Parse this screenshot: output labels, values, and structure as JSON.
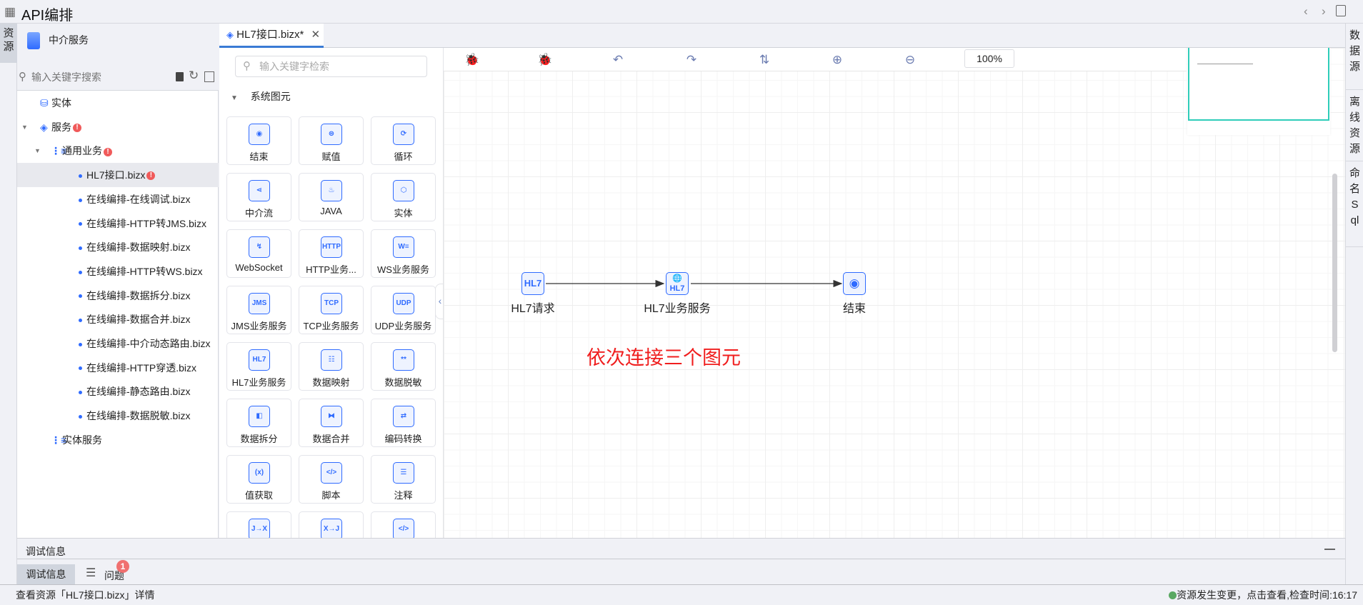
{
  "app": {
    "title": "API编排"
  },
  "left_strip": {
    "tab": "资源"
  },
  "left_panel": {
    "header": "中介服务",
    "search_placeholder": "输入关键字搜索",
    "tree": [
      {
        "label": "实体",
        "level": 0,
        "type": "db"
      },
      {
        "label": "服务",
        "level": 0,
        "type": "folder",
        "expanded": true,
        "badge": "!"
      },
      {
        "label": "通用业务",
        "level": 1,
        "type": "group",
        "expanded": true,
        "badge": "!"
      },
      {
        "label": "HL7接口.bizx",
        "level": 2,
        "type": "file",
        "selected": true,
        "badge": "!"
      },
      {
        "label": "在线编排-在线调试.bizx",
        "level": 2,
        "type": "file"
      },
      {
        "label": "在线编排-HTTP转JMS.bizx",
        "level": 2,
        "type": "file"
      },
      {
        "label": "在线编排-数据映射.bizx",
        "level": 2,
        "type": "file"
      },
      {
        "label": "在线编排-HTTP转WS.bizx",
        "level": 2,
        "type": "file"
      },
      {
        "label": "在线编排-数据拆分.bizx",
        "level": 2,
        "type": "file"
      },
      {
        "label": "在线编排-数据合并.bizx",
        "level": 2,
        "type": "file"
      },
      {
        "label": "在线编排-中介动态路由.bizx",
        "level": 2,
        "type": "file"
      },
      {
        "label": "在线编排-HTTP穿透.bizx",
        "level": 2,
        "type": "file"
      },
      {
        "label": "在线编排-静态路由.bizx",
        "level": 2,
        "type": "file"
      },
      {
        "label": "在线编排-数据脱敏.bizx",
        "level": 2,
        "type": "file"
      },
      {
        "label": "实体服务",
        "level": 1,
        "type": "group"
      }
    ]
  },
  "tabs": [
    {
      "label": "HL7接口.bizx*",
      "active": true
    }
  ],
  "palette": {
    "search_placeholder": "输入关键字检索",
    "section": "系统图元",
    "items": [
      {
        "label": "结束",
        "icon": "stop-icon",
        "glyph": "◉"
      },
      {
        "label": "赋值",
        "icon": "assign-icon",
        "glyph": "⊜"
      },
      {
        "label": "循环",
        "icon": "loop-icon",
        "glyph": "⟳"
      },
      {
        "label": "中介流",
        "icon": "flow-icon",
        "glyph": "⋖"
      },
      {
        "label": "JAVA",
        "icon": "java-icon",
        "glyph": "♨"
      },
      {
        "label": "实体",
        "icon": "cube-icon",
        "glyph": "⬡"
      },
      {
        "label": "WebSocket",
        "icon": "websocket-icon",
        "glyph": "↯"
      },
      {
        "label": "HTTP业务...",
        "icon": "http-icon",
        "glyph": "HTTP"
      },
      {
        "label": "WS业务服务",
        "icon": "ws-icon",
        "glyph": "W≡"
      },
      {
        "label": "JMS业务服务",
        "icon": "jms-icon",
        "glyph": "JMS"
      },
      {
        "label": "TCP业务服务",
        "icon": "tcp-icon",
        "glyph": "TCP"
      },
      {
        "label": "UDP业务服务",
        "icon": "udp-icon",
        "glyph": "UDP"
      },
      {
        "label": "HL7业务服务",
        "icon": "hl7-icon",
        "glyph": "HL7"
      },
      {
        "label": "数据映射",
        "icon": "mapping-icon",
        "glyph": "☷"
      },
      {
        "label": "数据脱敏",
        "icon": "mask-icon",
        "glyph": "**"
      },
      {
        "label": "数据拆分",
        "icon": "split-icon",
        "glyph": "◧"
      },
      {
        "label": "数据合并",
        "icon": "merge-icon",
        "glyph": "⧓"
      },
      {
        "label": "编码转换",
        "icon": "convert-icon",
        "glyph": "⇄"
      },
      {
        "label": "值获取",
        "icon": "value-icon",
        "glyph": "(x)"
      },
      {
        "label": "脚本",
        "icon": "script-icon",
        "glyph": "</>"
      },
      {
        "label": "注释",
        "icon": "comment-icon",
        "glyph": "☰"
      },
      {
        "label": "",
        "icon": "json-xml-icon",
        "glyph": "J→X"
      },
      {
        "label": "",
        "icon": "xml-json-icon",
        "glyph": "X→J"
      },
      {
        "label": "",
        "icon": "code-icon",
        "glyph": "</>"
      }
    ]
  },
  "toolbar": {
    "zoom": "100%",
    "buttons": [
      "debug-run",
      "debug-step",
      "undo",
      "redo",
      "swap",
      "zoom-in",
      "zoom-out"
    ]
  },
  "diagram": {
    "nodes": [
      {
        "label": "HL7请求",
        "glyph": "HL7"
      },
      {
        "label": "HL7业务服务",
        "glyph": "HL7"
      },
      {
        "label": "结束",
        "glyph": "◉"
      }
    ],
    "note": "依次连接三个图元"
  },
  "right_strip": {
    "tabs": [
      "数据源",
      "离线资源",
      "命名Sql"
    ]
  },
  "bottom": {
    "header": "调试信息",
    "tabs": [
      {
        "label": "调试信息",
        "active": true
      },
      {
        "label": "问题",
        "badge": "1"
      }
    ]
  },
  "status": {
    "left": "查看资源「HL7接口.bizx」详情",
    "right": "资源发生变更，点击查看,检查时间:16:17",
    "indicator_color": "#5aa862"
  },
  "colors": {
    "accent": "#2f6bff",
    "minimap": "#2ecdb9",
    "note": "#f01e1e"
  }
}
